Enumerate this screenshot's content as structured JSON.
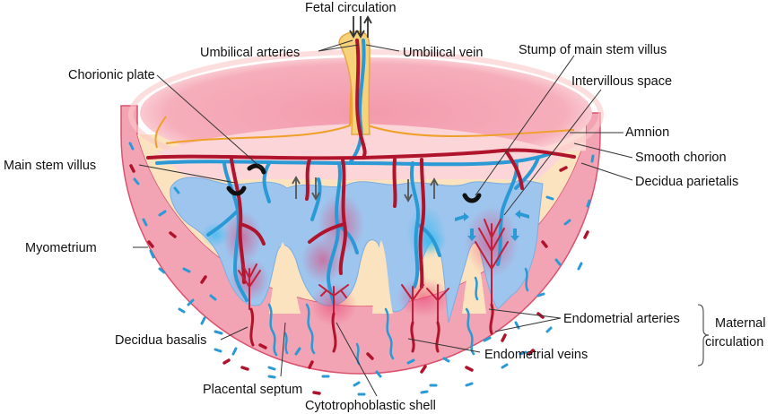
{
  "labels": {
    "fetal_circulation": "Fetal circulation",
    "umbilical_arteries": "Umbilical arteries",
    "umbilical_vein": "Umbilical vein",
    "stump_main_stem_villus": "Stump of main stem villus",
    "chorionic_plate": "Chorionic plate",
    "intervillous_space": "Intervillous space",
    "amnion": "Amnion",
    "main_stem_villus": "Main stem villus",
    "smooth_chorion": "Smooth chorion",
    "decidua_parietalis": "Decidua parietalis",
    "myometrium": "Myometrium",
    "endometrial_arteries": "Endometrial arteries",
    "maternal_line1": "Maternal",
    "maternal_line2": "circulation",
    "decidua_basalis": "Decidua basalis",
    "endometrial_veins": "Endometrial veins",
    "placental_septum": "Placental septum",
    "cytotrophoblastic_shell": "Cytotrophoblastic shell"
  },
  "colors": {
    "myometrium": "#f2a4b4",
    "decidua": "#fbe3c0",
    "intervillous": "#9ec5ee",
    "amniotic_cavity": "#f5a3b3",
    "artery_red": "#b0142c",
    "vein_blue": "#2a9ad6",
    "cord": "#f6d27a"
  }
}
